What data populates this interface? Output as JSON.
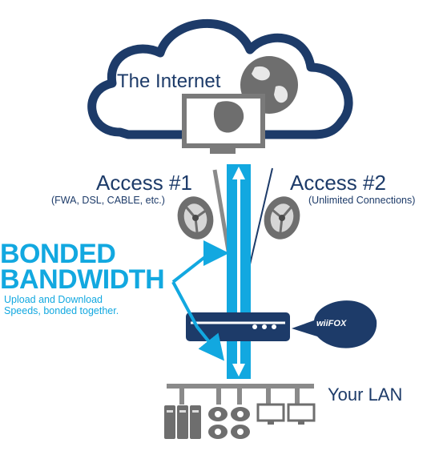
{
  "internet": {
    "title": "The Internet"
  },
  "access_1": {
    "title": "Access #1",
    "subtitle": "(FWA, DSL, CABLE, etc.)"
  },
  "access_2": {
    "title": "Access #2",
    "subtitle": "(Unlimited Connections)"
  },
  "bonded": {
    "title_line1": "BONDED",
    "title_line2": "BANDWIDTH",
    "desc_line1": "Upload and Download",
    "desc_line2": "Speeds, bonded together."
  },
  "lan": {
    "title": "Your LAN"
  },
  "router": {
    "logo_text": "wiiFOX"
  },
  "icons": {
    "cloud": "cloud-icon",
    "monitor": "monitor-icon",
    "globe": "globe-icon",
    "dish_1": "satellite-dish-icon",
    "dish_2": "satellite-dish-icon",
    "router": "router-icon",
    "servers": "server-icon",
    "phones": "phone-icon",
    "computers": "computer-icon"
  },
  "colors": {
    "navy": "#1d3b69",
    "cyan": "#12a8e0",
    "gray": "#8a8a8a"
  }
}
